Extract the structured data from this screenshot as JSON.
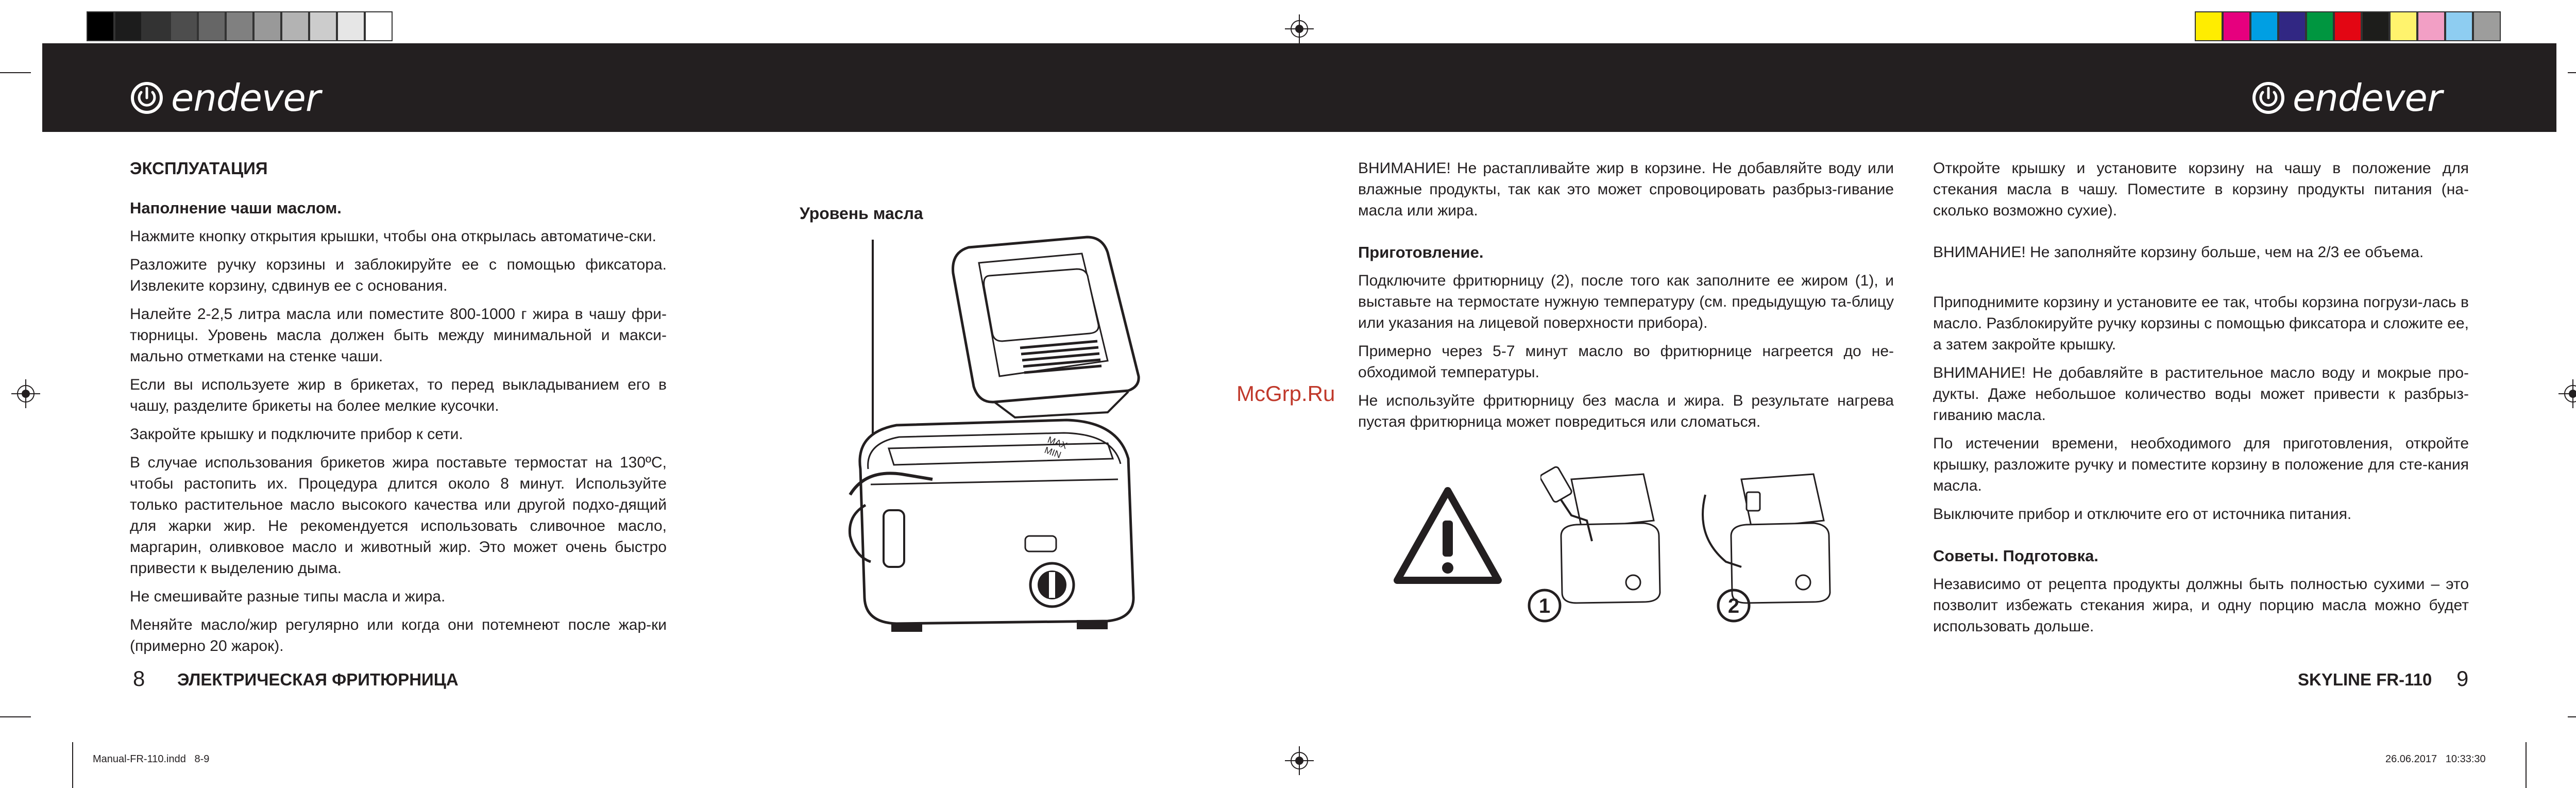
{
  "header": {
    "brand_left": "endever",
    "brand_right": "endever"
  },
  "calibration": {
    "grays": [
      "#000000",
      "#1c1c1c",
      "#333333",
      "#4d4d4d",
      "#666666",
      "#808080",
      "#999999",
      "#b3b3b3",
      "#cccccc",
      "#e6e6e6",
      "#ffffff"
    ],
    "colors": [
      "#ffed00",
      "#e6007e",
      "#009fe3",
      "#312783",
      "#009640",
      "#e30613",
      "#1d1d1b",
      "#fff36d",
      "#f29fc5",
      "#8ecdf1",
      "#9d9d9c"
    ]
  },
  "left_page": {
    "section_title": "ЭКСПЛУАТАЦИЯ",
    "subsection_title": "Наполнение чаши маслом.",
    "paragraphs": [
      "Нажмите кнопку открытия крышки, чтобы она открылась автоматиче-ски.",
      "Разложите ручку корзины и заблокируйте ее с помощью фиксатора. Извлеките корзину, сдвинув ее с основания.",
      "Налейте 2-2,5 литра масла или поместите 800-1000 г жира в чашу фри-тюрницы. Уровень масла должен быть между минимальной и макси-мально отметками на стенке чаши.",
      "Если вы используете жир в брикетах, то перед выкладыванием его в чашу, разделите брикеты на более мелкие кусочки.",
      "Закройте крышку и подключите прибор к сети.",
      "В случае использования брикетов жира поставьте термостат на 130ºC, чтобы растопить их. Процедура длится около 8 минут. Используйте только растительное масло высокого качества или другой подхо-дящий для жарки жир. Не рекомендуется использовать сливочное масло, маргарин, оливковое масло и животный жир. Это может очень быстро привести к выделению дыма.",
      "Не смешивайте разные типы масла и жира.",
      "Меняйте масло/жир регулярно или когда они потемнеют после жар-ки (примерно 20 жарок)."
    ],
    "figure_label": "Уровень масла",
    "figure_max": "MAX",
    "figure_min": "MIN",
    "page_number": "8",
    "footer_title": "ЭЛЕКТРИЧЕСКАЯ ФРИТЮРНИЦА"
  },
  "middle_col": {
    "warning1": "ВНИМАНИЕ! Не растапливайте жир в корзине. Не добавляйте воду или влажные продукты, так как это может спровоцировать разбрыз-гивание масла или жира.",
    "subsection_title": "Приготовление.",
    "paragraphs": [
      "Подключите фритюрницу (2), после того как заполните ее жиром (1), и выставьте на термостате нужную температуру (см. предыдущую та-блицу или указания на лицевой поверхности прибора).",
      "Примерно через 5-7 минут масло во фритюрнице нагреется до не-обходимой температуры.",
      "Не используйте фритюрницу без масла и жира. В результате нагрева пустая фритюрница может повредиться или сломаться."
    ],
    "step1": "1",
    "step2": "2"
  },
  "right_col": {
    "paragraphs_a": [
      "Откройте крышку и установите корзину на чашу в положение для стекания масла в чашу. Поместите в корзину продукты питания (на-сколько возможно сухие)."
    ],
    "warning2": "ВНИМАНИЕ! Не заполняйте корзину больше, чем на 2/3 ее объема.",
    "paragraphs_b": [
      "Приподнимите корзину и установите ее так, чтобы корзина погрузи-лась в масло. Разблокируйте ручку корзины с помощью фиксатора и сложите ее, а затем закройте крышку.",
      "ВНИМАНИЕ! Не добавляйте в растительное масло воду и мокрые про-дукты. Даже небольшое количество воды может привести к разбрыз-гиванию масла.",
      "По истечении времени, необходимого для приготовления, откройте крышку, разложите ручку и поместите корзину в положение для сте-кания масла.",
      "Выключите прибор и отключите его от источника питания."
    ],
    "subsection_title": "Советы. Подготовка.",
    "tips": "Независимо от рецепта продукты должны быть полностью сухими – это позволит избежать стекания жира, и одну порцию масла можно будет использовать дольше.",
    "page_number": "9",
    "footer_title": "SKYLINE FR-110"
  },
  "watermark": "McGrp.Ru",
  "slug": {
    "file": "Manual-FR-110.indd   8-9",
    "date": "26.06.2017   10:33:30"
  }
}
